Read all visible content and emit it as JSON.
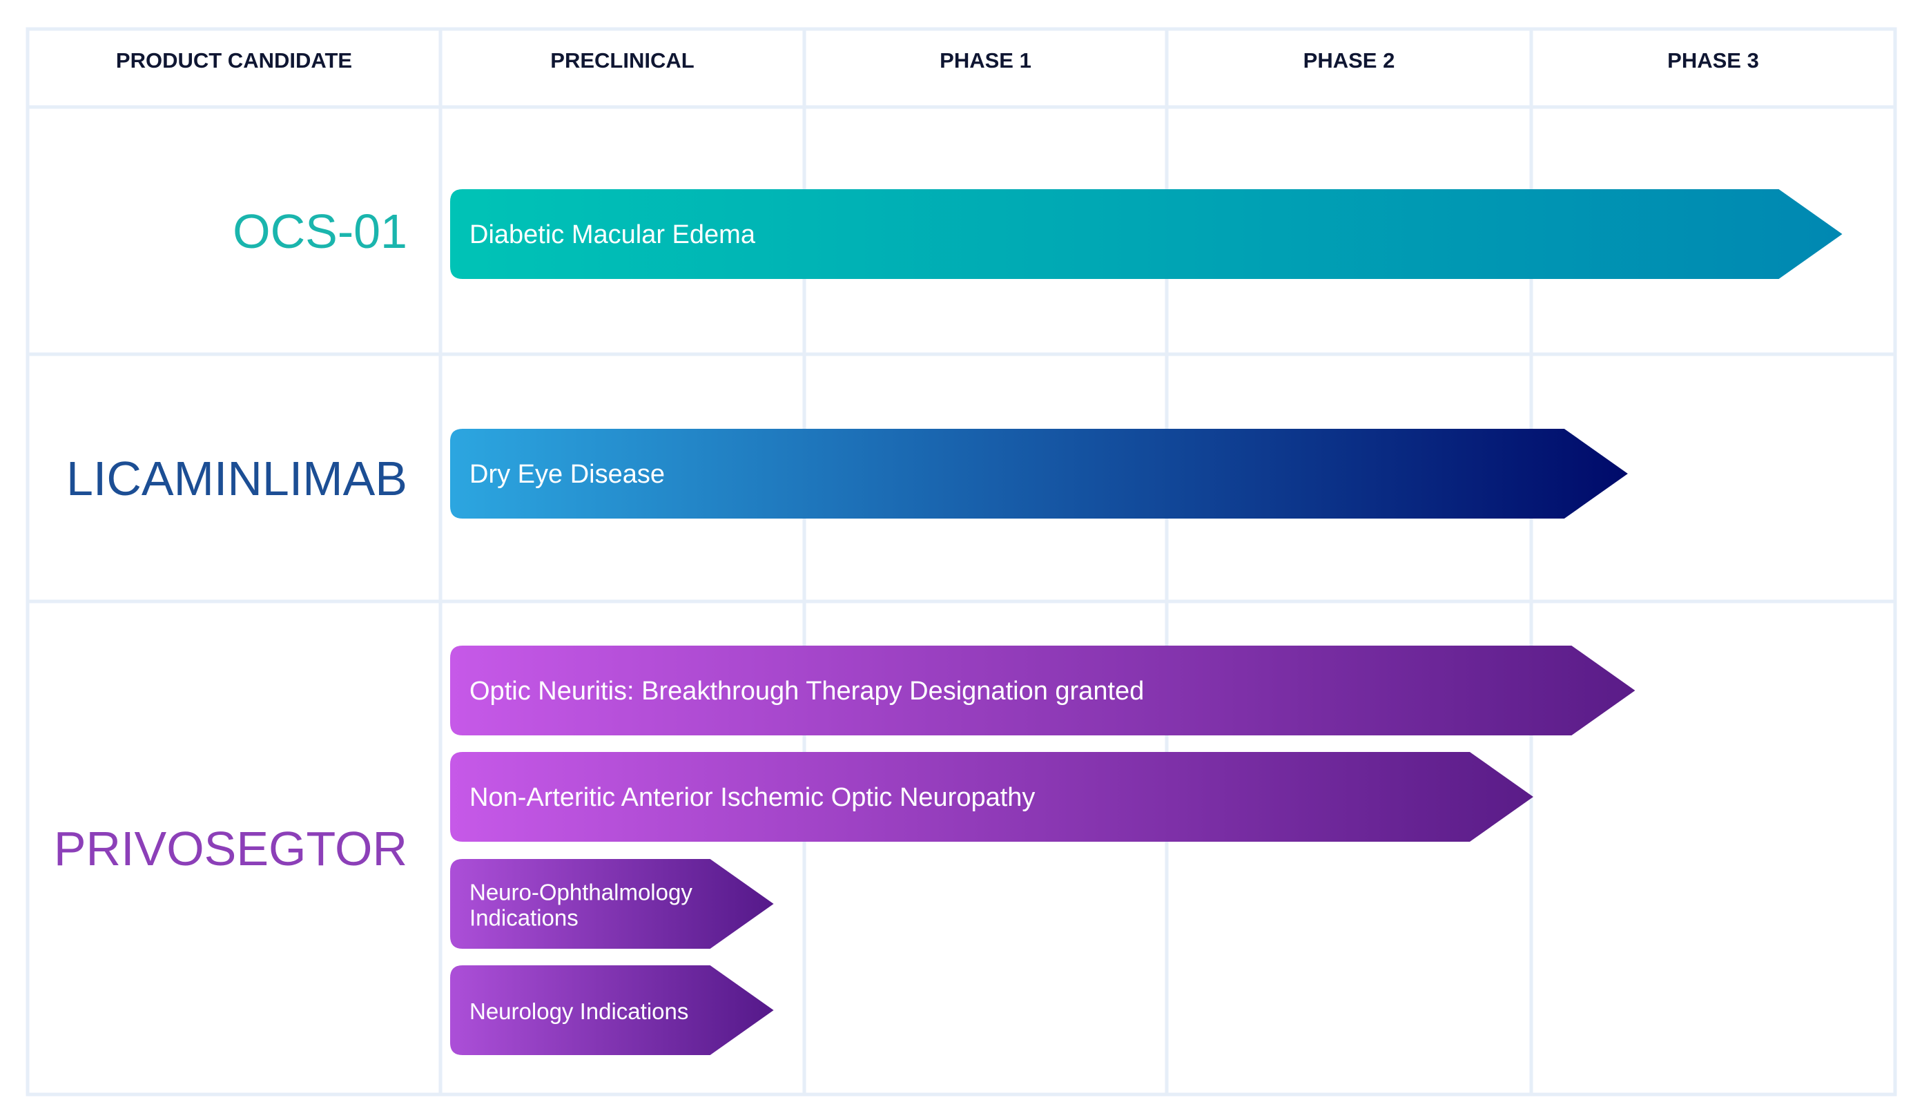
{
  "chart_data": {
    "type": "table",
    "columns": [
      "PRODUCT CANDIDATE",
      "PRECLINICAL",
      "PHASE 1",
      "PHASE 2",
      "PHASE 3"
    ],
    "products": [
      {
        "name": "OCS-01",
        "color": "#1ab5ad",
        "programs": [
          {
            "indication": [
              "Diabetic Macular Edema"
            ],
            "progress": 3.83,
            "gradient": [
              "#00c3b6",
              "#0088b2"
            ]
          }
        ]
      },
      {
        "name": "LICAMINLIMAB",
        "color": "#1c4e94",
        "programs": [
          {
            "indication": [
              "Dry Eye Disease"
            ],
            "progress": 3.24,
            "gradient": [
              "#2ca6e0",
              "#000a6a"
            ]
          }
        ]
      },
      {
        "name": "PRIVOSEGTOR",
        "color": "#8c3fb8",
        "programs": [
          {
            "indication": [
              "Optic Neuritis: Breakthrough Therapy Designation granted"
            ],
            "progress": 3.26,
            "gradient": [
              "#c659e8",
              "#5a1c88"
            ]
          },
          {
            "indication": [
              "Non-Arteritic Anterior Ischemic Optic Neuropathy"
            ],
            "progress": 2.98,
            "gradient": [
              "#c659e8",
              "#5a1c88"
            ]
          },
          {
            "indication": [
              "Neuro-Ophthalmology",
              "Indications"
            ],
            "progress": 0.89,
            "gradient": [
              "#ac4fd8",
              "#55198a"
            ]
          },
          {
            "indication": [
              "Neurology Indications"
            ],
            "progress": 0.89,
            "gradient": [
              "#ac4fd8",
              "#55198a"
            ]
          }
        ]
      }
    ]
  }
}
